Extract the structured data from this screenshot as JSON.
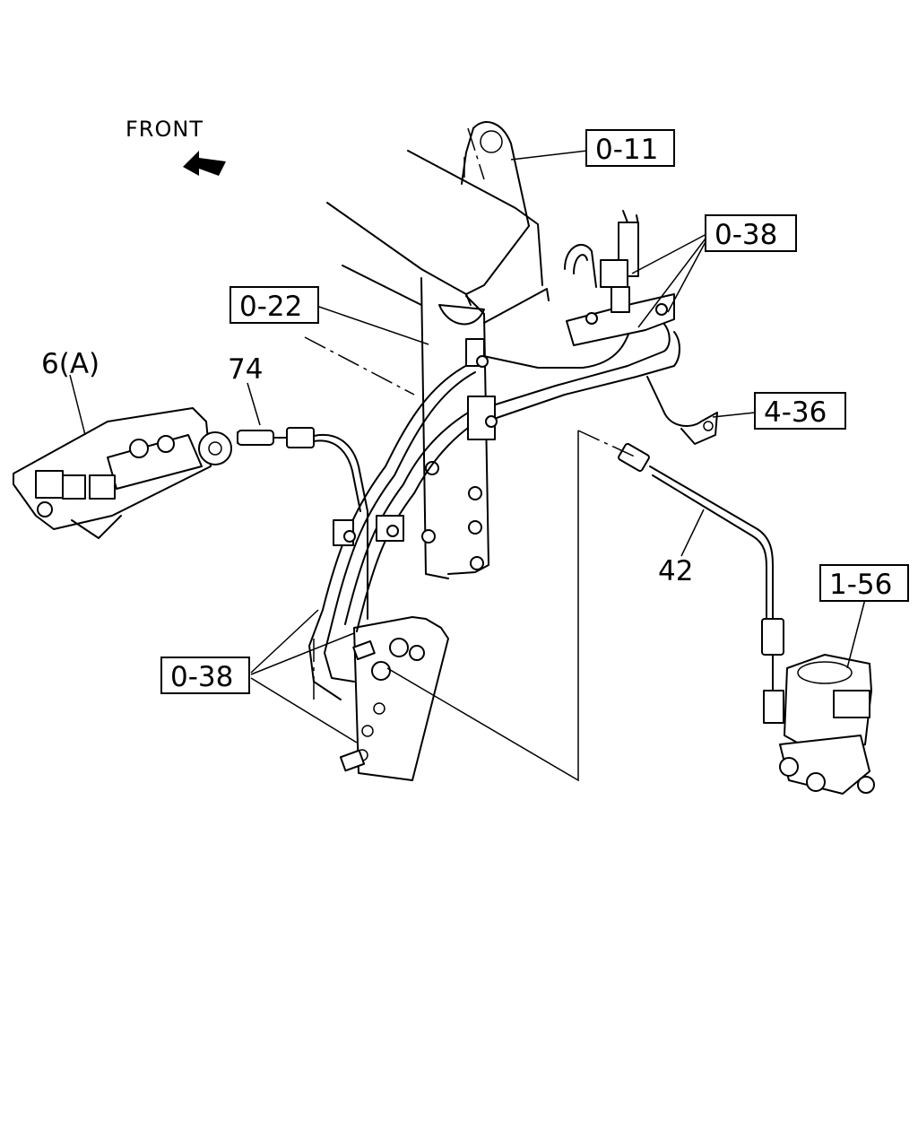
{
  "direction_label": "FRONT",
  "callouts": {
    "ref_0_11": "0-11",
    "ref_0_38_top": "0-38",
    "ref_0_22": "0-22",
    "ref_4_36": "4-36",
    "ref_1_56": "1-56",
    "ref_0_38_bottom": "0-38"
  },
  "part_numbers": {
    "part_6a": "6(A)",
    "part_74": "74",
    "part_42": "42"
  }
}
